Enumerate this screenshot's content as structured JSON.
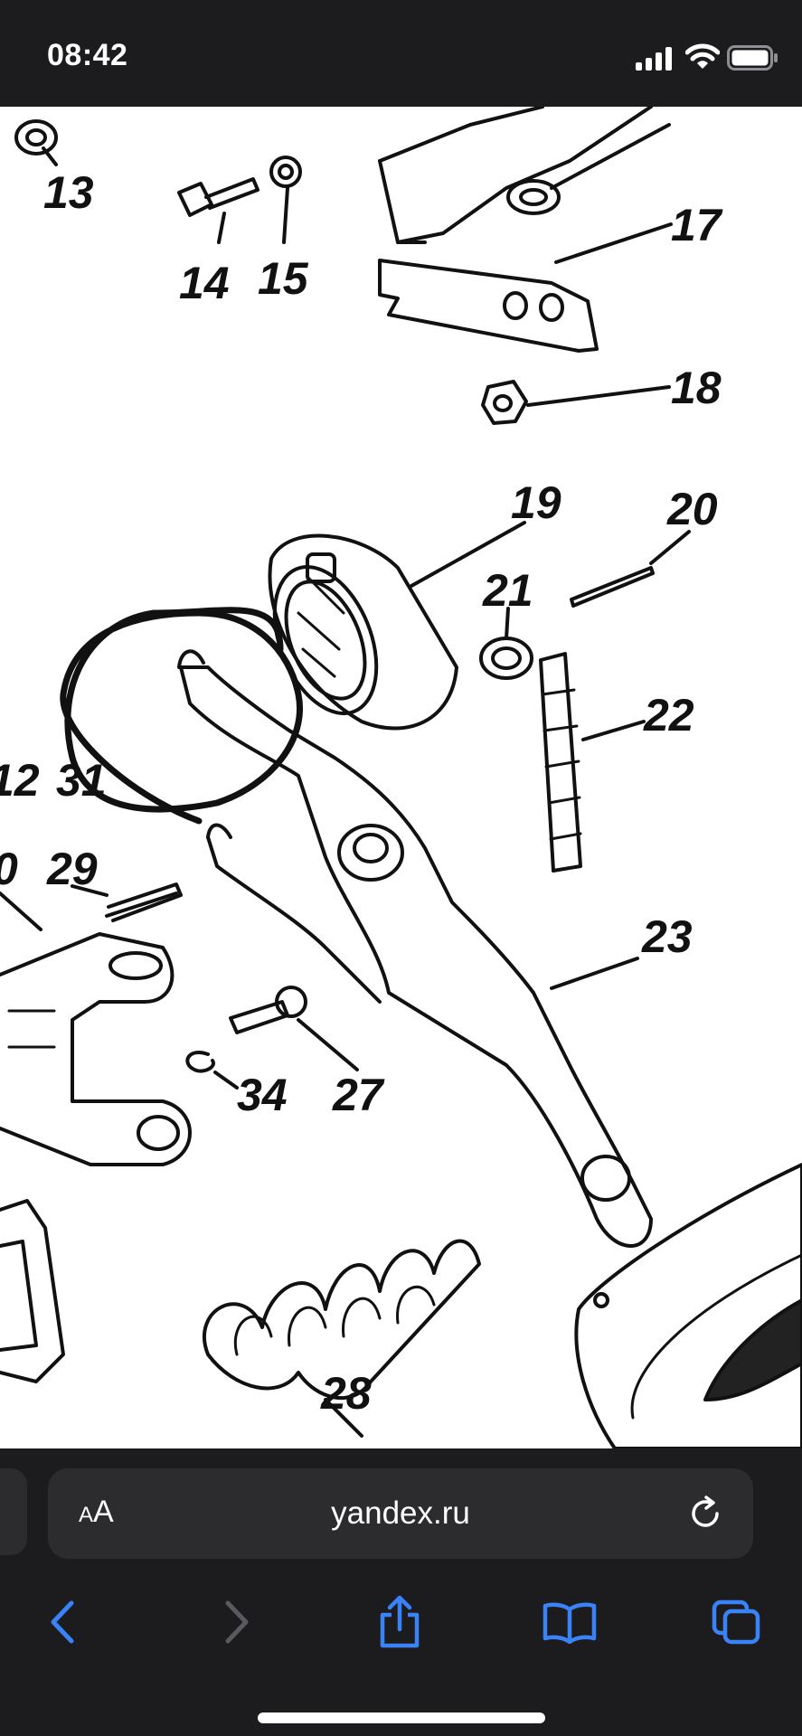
{
  "status_bar": {
    "time": "08:42",
    "icons": [
      "signal-icon",
      "wifi-icon",
      "battery-icon"
    ]
  },
  "diagram": {
    "part_labels": {
      "p13": "13",
      "p14": "14",
      "p15": "15",
      "p17": "17",
      "p18": "18",
      "p19": "19",
      "p20": "20",
      "p21": "21",
      "p22": "22",
      "p23": "23",
      "p12": "12",
      "p31": "31",
      "p29": "29",
      "p10": "0",
      "p34": "34",
      "p27": "27",
      "p28": "28"
    }
  },
  "browser": {
    "aa_small": "A",
    "aa_large": "A",
    "url": "yandex.ru",
    "icons": [
      "reload-icon",
      "back-icon",
      "forward-icon",
      "share-icon",
      "bookmarks-icon",
      "tabs-icon"
    ],
    "colors": {
      "accent": "#3a82f7",
      "disabled": "#5a5a5e",
      "bar": "#1c1c1e",
      "field": "#2c2c2e"
    }
  }
}
